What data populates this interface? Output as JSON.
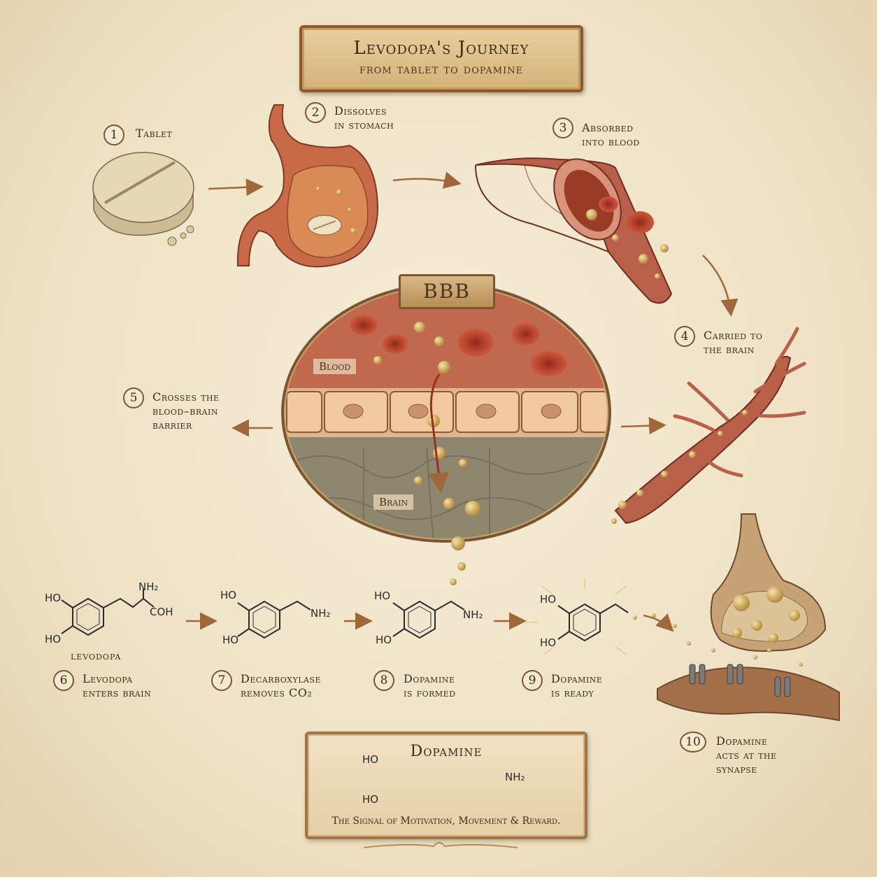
{
  "title": {
    "main": "Levodopa's Journey",
    "sub": "from tablet to dopamine"
  },
  "steps": [
    {
      "num": "1",
      "lines": [
        "Tablet"
      ]
    },
    {
      "num": "2",
      "lines": [
        "Dissolves",
        "in stomach"
      ]
    },
    {
      "num": "3",
      "lines": [
        "Absorbed",
        "into blood"
      ]
    },
    {
      "num": "4",
      "lines": [
        "Carried to",
        "the brain"
      ]
    },
    {
      "num": "5",
      "lines": [
        "Crosses the",
        "blood–brain",
        "barrier"
      ]
    },
    {
      "num": "6",
      "lines": [
        "Levodopa",
        "enters brain"
      ]
    },
    {
      "num": "7",
      "lines": [
        "Decarboxylase",
        "removes CO₂"
      ]
    },
    {
      "num": "8",
      "lines": [
        "Dopamine",
        "is formed"
      ]
    },
    {
      "num": "9",
      "lines": [
        "Dopamine",
        "is ready"
      ]
    },
    {
      "num": "10",
      "lines": [
        "Dopamine",
        "acts at the",
        "synapse"
      ]
    }
  ],
  "bbb": {
    "tag": "BBB",
    "blood": "Blood",
    "brain": "Brain"
  },
  "molecules": {
    "levodopa": {
      "ho1": "HO",
      "ho2": "HO",
      "nh2": "NH₂",
      "cooh": "COH",
      "name": "levodopa"
    },
    "m2": {
      "ho1": "HO",
      "ho2": "HO",
      "nh2": "NH₂"
    },
    "m3": {
      "ho1": "HO",
      "ho2": "HO",
      "nh2": "NH₂"
    },
    "m4": {
      "ho1": "HO",
      "ho2": "HO"
    }
  },
  "final": {
    "title": "Dopamine",
    "ho1": "HO",
    "ho2": "HO",
    "nh2": "NH₂",
    "tagline": "The Signal of Motivation, Movement & Reward."
  },
  "colors": {
    "parchment": "#f1e6cf",
    "ink": "#4a3322",
    "blood": "#b5543a",
    "granule": "#d9b56a",
    "arrow": "#a0683a"
  }
}
